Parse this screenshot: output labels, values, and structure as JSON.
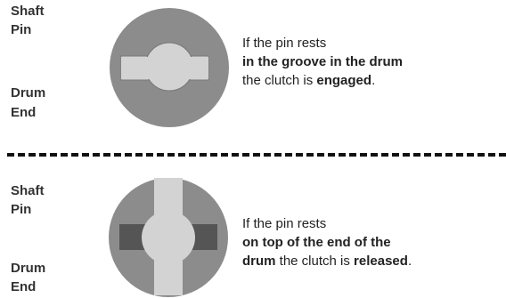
{
  "colors": {
    "drum": "#8c8c8c",
    "pin_light": "#d3d3d3",
    "groove_dark": "#555555",
    "text": "#222222",
    "divider": "#111111"
  },
  "engaged": {
    "labels": {
      "shaft": "Shaft",
      "pin": "Pin",
      "drum": "Drum",
      "end": "End"
    },
    "text": {
      "line1": "If the pin rests",
      "line2": "in the groove in the drum",
      "line3_a": "the clutch is ",
      "line3_b": "engaged",
      "line3_c": "."
    }
  },
  "released": {
    "labels": {
      "shaft": "Shaft",
      "pin": "Pin",
      "drum": "Drum",
      "end": "End"
    },
    "text": {
      "line1": "If the pin rests",
      "line2": "on top of the end of the",
      "line3_a": "drum",
      "line3_b": " the clutch is ",
      "line3_c": "released",
      "line3_d": "."
    }
  }
}
